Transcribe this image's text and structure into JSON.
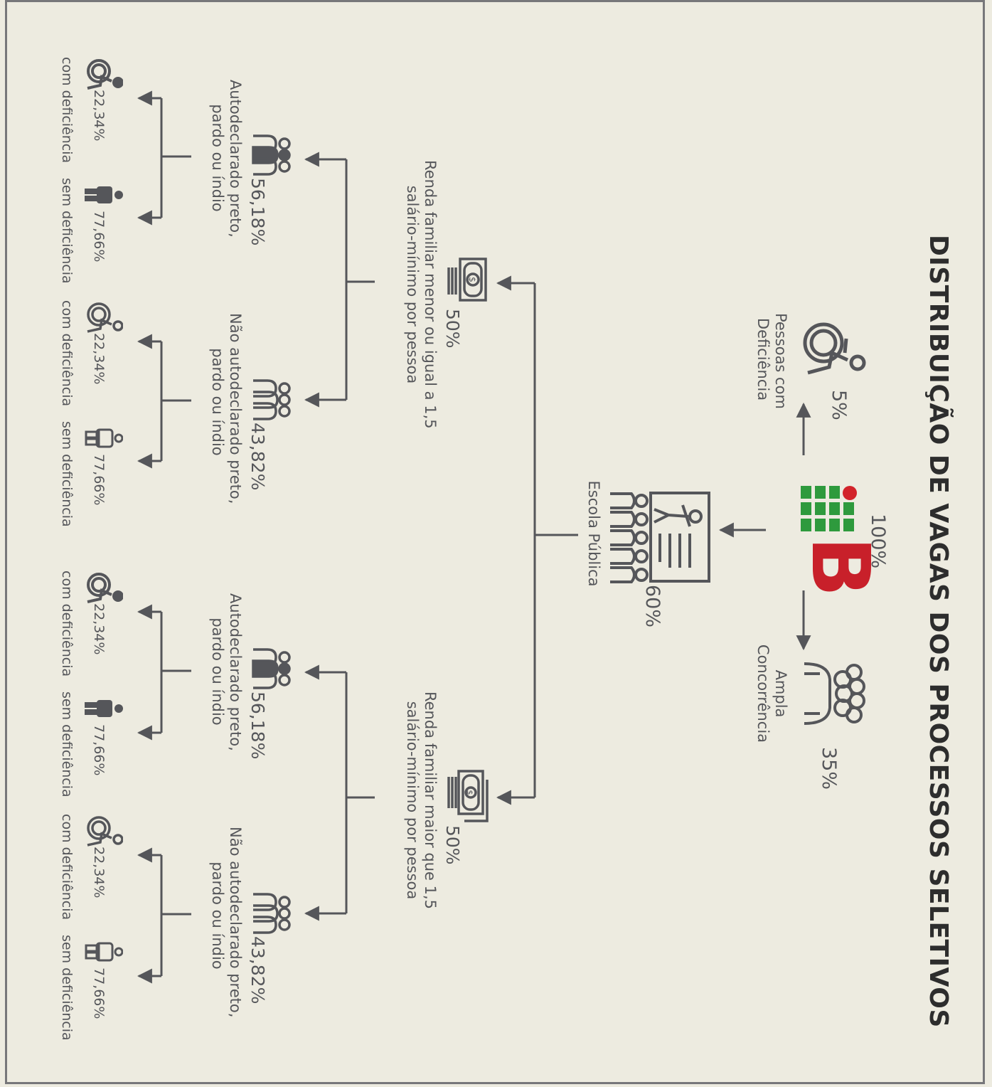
{
  "title": "DISTRIBUIÇÃO DE VAGAS DOS PROCESSOS SELETIVOS",
  "root": {
    "percent": "100%",
    "logo_text": "B"
  },
  "top_branches": [
    {
      "percent": "5%",
      "label_line1": "Pessoas com",
      "label_line2": "Deficiência",
      "icon": "wheelchair-icon"
    },
    {
      "percent": "60%",
      "label_line1": "Escola Pública",
      "icon": "school-classroom-icon"
    },
    {
      "percent": "35%",
      "label_line1": "Ampla",
      "label_line2": "Concorrência",
      "icon": "crowd-icon"
    }
  ],
  "income_groups": [
    {
      "percent": "50%",
      "label_line1": "Renda familiar menor ou igual a 1,5",
      "label_line2": "salário-mínimo por pessoa",
      "icon": "money-bill-coins-icon",
      "race_groups": [
        {
          "percent": "56,18%",
          "label_line1": "Autodeclarado preto,",
          "label_line2": "pardo ou índio",
          "icon": "group-highlighted-icon",
          "disability": [
            {
              "percent": "22,34%",
              "label": "com deficiência",
              "icon": "wheelchair-icon"
            },
            {
              "percent": "77,66%",
              "label": "sem deficiência",
              "icon": "person-filled-icon"
            }
          ]
        },
        {
          "percent": "43,82%",
          "label_line1": "Não autodeclarado preto,",
          "label_line2": "pardo ou índio",
          "icon": "group-outline-icon",
          "disability": [
            {
              "percent": "22,34%",
              "label": "com deficiência",
              "icon": "wheelchair-outline-icon"
            },
            {
              "percent": "77,66%",
              "label": "sem deficiência",
              "icon": "person-outline-icon"
            }
          ]
        }
      ]
    },
    {
      "percent": "50%",
      "label_line1": "Renda familiar maior que 1,5",
      "label_line2": "salário-mínimo por pessoa",
      "icon": "money-bills-coins-icon",
      "race_groups": [
        {
          "percent": "56,18%",
          "label_line1": "Autodeclarado preto,",
          "label_line2": "pardo ou índio",
          "icon": "group-highlighted-icon",
          "disability": [
            {
              "percent": "22,34%",
              "label": "com deficiência",
              "icon": "wheelchair-icon"
            },
            {
              "percent": "77,66%",
              "label": "sem deficiência",
              "icon": "person-filled-icon"
            }
          ]
        },
        {
          "percent": "43,82%",
          "label_line1": "Não autodeclarado preto,",
          "label_line2": "pardo ou índio",
          "icon": "group-outline-icon",
          "disability": [
            {
              "percent": "22,34%",
              "label": "com deficiência",
              "icon": "wheelchair-outline-icon"
            },
            {
              "percent": "77,66%",
              "label": "sem deficiência",
              "icon": "person-outline-icon"
            }
          ]
        }
      ]
    }
  ],
  "colors": {
    "background": "#edebe0",
    "ink": "#55565a",
    "logo_green": "#2e9a3d",
    "logo_red": "#c8202a"
  }
}
